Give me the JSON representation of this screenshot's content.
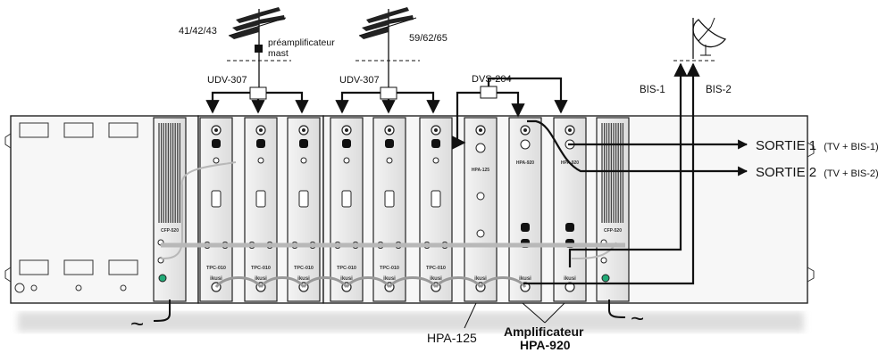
{
  "antennas": {
    "left_channels": "41/42/43",
    "right_channels": "59/62/65",
    "preamp_label_line1": "préamplificateur",
    "preamp_label_line2": "mast"
  },
  "splitters": {
    "udv_left": "UDV-307",
    "udv_right": "UDV-307",
    "dvs": "DVS-204"
  },
  "satellite": {
    "bis1": "BIS-1",
    "bis2": "BIS-2"
  },
  "outputs": {
    "out1_main": "SORTIE 1",
    "out1_sub": "(TV + BIS-1)",
    "out2_main": "SORTIE 2",
    "out2_sub": "(TV + BIS-2)"
  },
  "bottom": {
    "hpa125": "HPA-125",
    "amp_line1": "Amplificateur",
    "amp_line2": "HPA-920",
    "mains_symbol": "~"
  },
  "modules": {
    "cfp": "CFP-520",
    "tpc": "TPC-010",
    "hpa125": "HPA-125",
    "hpa920": "HPA-920",
    "brand": "ikusi"
  }
}
